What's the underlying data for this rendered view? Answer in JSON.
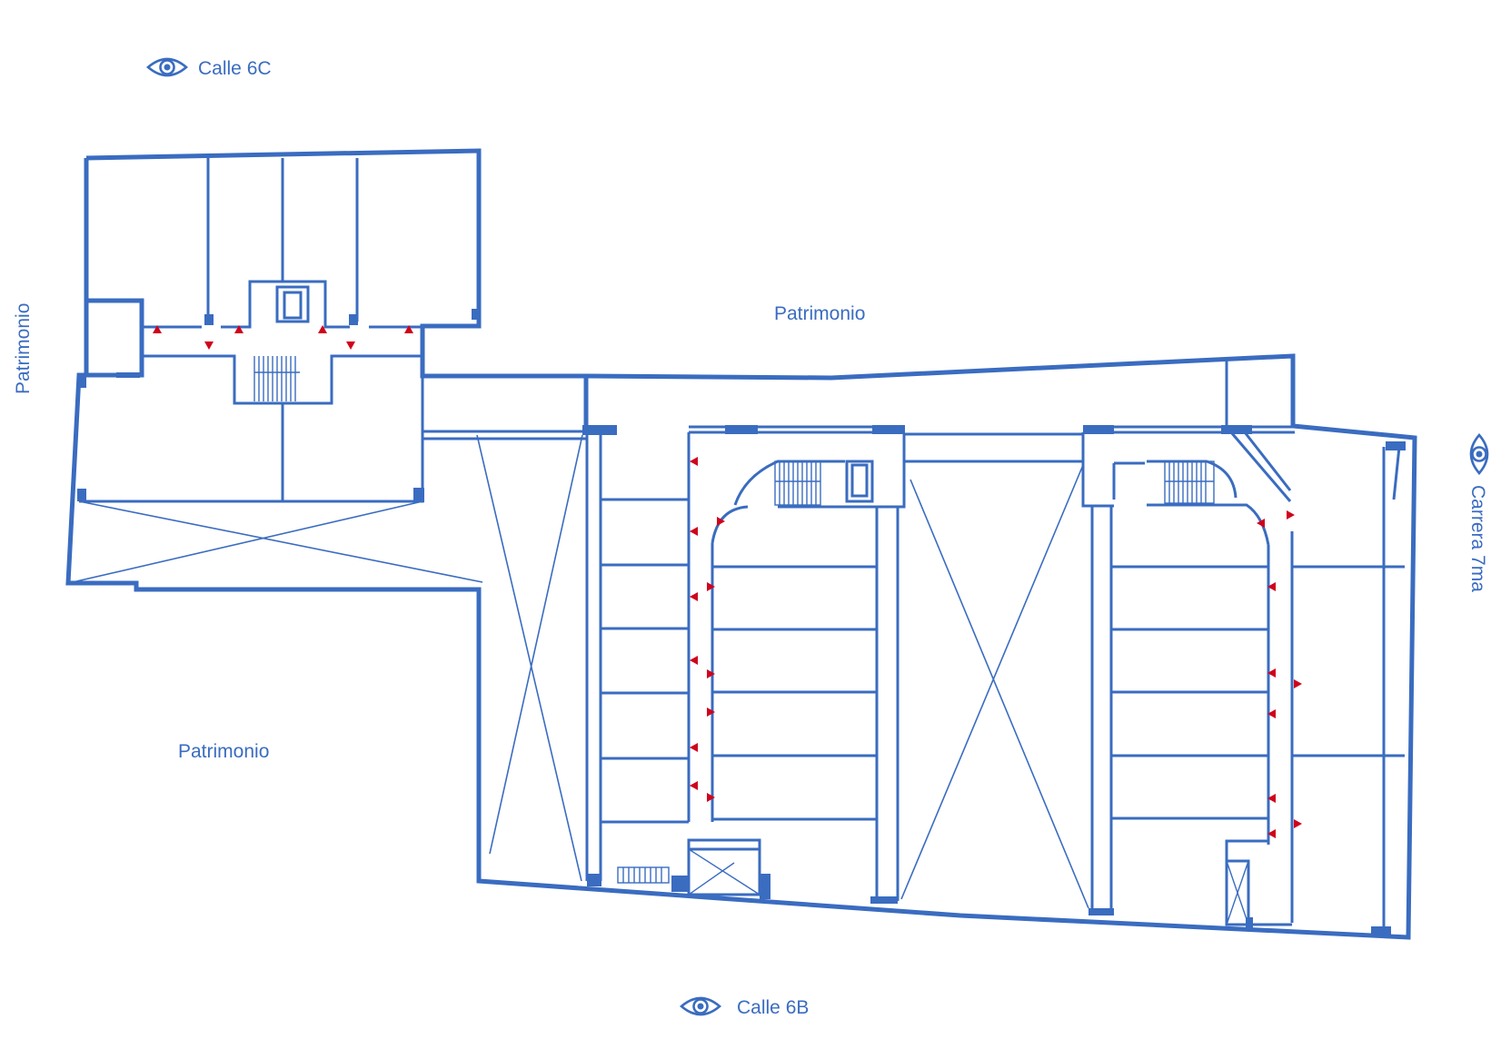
{
  "colors": {
    "wall": "#3a6cc0",
    "text": "#3a6cc0",
    "marker": "#d0021b",
    "background": "#ffffff"
  },
  "labels": {
    "street_top": "Calle 6C",
    "street_bottom": "Calle 6B",
    "street_right": "Carrera 7ma",
    "neighbor_left": "Patrimonio",
    "neighbor_top": "Patrimonio",
    "neighbor_bottom_left": "Patrimonio"
  },
  "icons": {
    "view_markers": [
      "eye-icon",
      "eye-icon",
      "eye-icon"
    ],
    "exit_markers": "triangle-arrow-icon"
  }
}
